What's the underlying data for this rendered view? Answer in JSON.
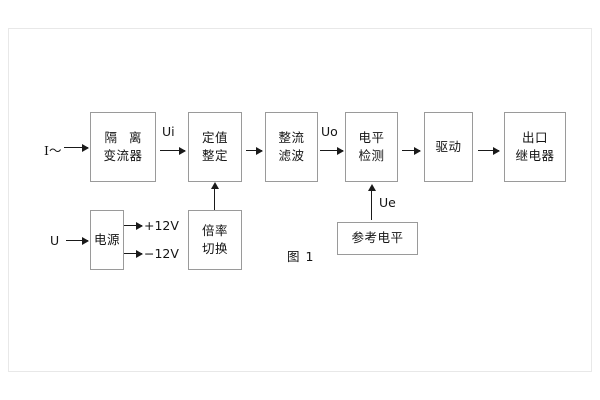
{
  "figure": {
    "caption": "图 1",
    "line_color": "#1a1a1a",
    "box_border_color": "#9a9a9a",
    "frame_color": "#e8e8e8",
    "background": "#ffffff"
  },
  "inputs": {
    "current_input": "I～",
    "voltage_input": "U"
  },
  "signals": {
    "ui": "Ui",
    "uo": "Uo",
    "ue": "Ue",
    "rail_positive": "+12V",
    "rail_negative": "−12V"
  },
  "blocks": {
    "isolation_ct": {
      "line1": "隔 离",
      "line2": "变流器"
    },
    "setting": {
      "line1": "定值",
      "line2": "整定"
    },
    "rectify_filter": {
      "line1": "整流",
      "line2": "滤波"
    },
    "level_detect": {
      "line1": "电平",
      "line2": "检测"
    },
    "drive": {
      "line1": "驱动"
    },
    "output_relay": {
      "line1": "出口",
      "line2": "继电器"
    },
    "power_supply": {
      "line1": "电源"
    },
    "multiplier_switch": {
      "line1": "倍率",
      "line2": "切换"
    },
    "reference_level": {
      "line1": "参考电平"
    }
  }
}
